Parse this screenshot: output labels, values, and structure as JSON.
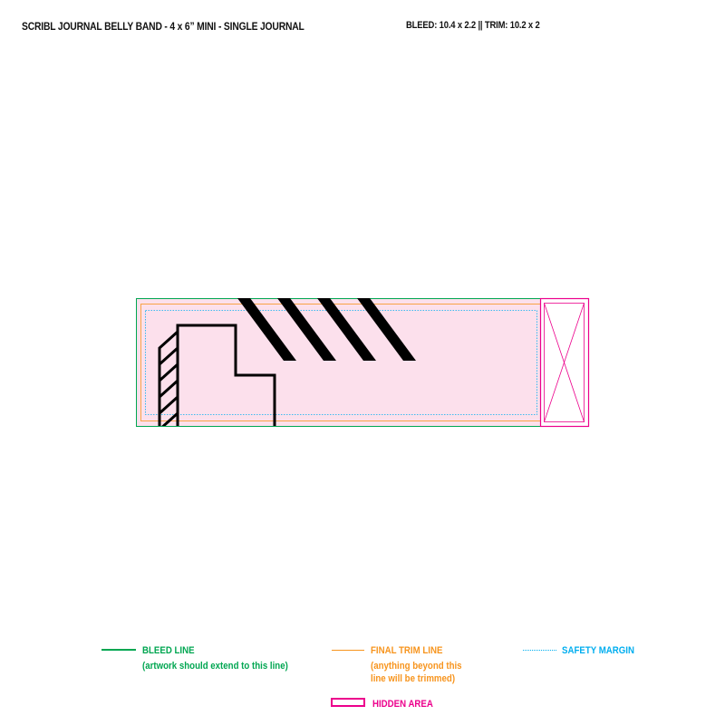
{
  "header": {
    "title": "SCRIBL JOURNAL BELLY BAND - 4 x 6” MINI - SINGLE JOURNAL",
    "spec": "BLEED: 10.4 x 2.2 || TRIM: 10.2 x 2"
  },
  "legend": {
    "bleed_title": "BLEED LINE",
    "bleed_desc": "(artwork should extend to this line)",
    "trim_title": "FINAL TRIM LINE",
    "trim_desc": "(anything beyond this line will be trimmed)",
    "safety_title": "SAFETY MARGIN",
    "hidden_title": "HIDDEN AREA"
  },
  "colors": {
    "bleed": "#00a651",
    "trim": "#f7941d",
    "safety": "#00aeef",
    "hidden": "#ec008c",
    "band_fill": "#fce0ec",
    "artwork": "#000000"
  }
}
